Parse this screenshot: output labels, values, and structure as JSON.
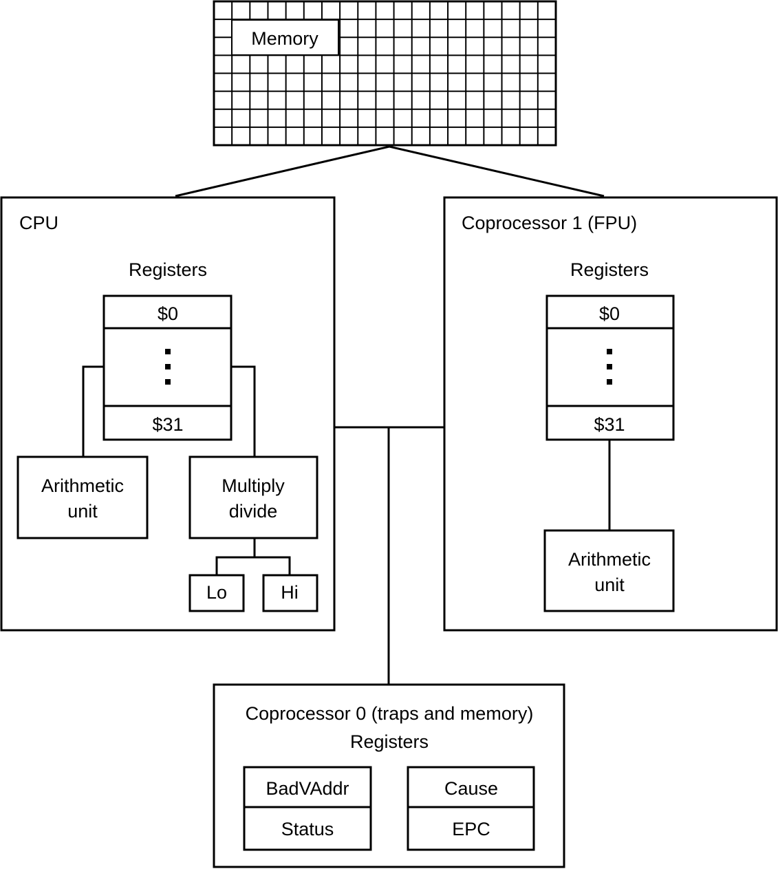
{
  "memory": {
    "label": "Memory"
  },
  "cpu": {
    "title": "CPU",
    "registers_heading": "Registers",
    "register_first": "$0",
    "register_last": "$31",
    "arithmetic_unit": [
      "Arithmetic",
      "unit"
    ],
    "multiply_divide": [
      "Multiply",
      "divide"
    ],
    "lo": "Lo",
    "hi": "Hi"
  },
  "fpu": {
    "title": "Coprocessor 1 (FPU)",
    "registers_heading": "Registers",
    "register_first": "$0",
    "register_last": "$31",
    "arithmetic_unit": [
      "Arithmetic",
      "unit"
    ]
  },
  "cp0": {
    "title": "Coprocessor 0 (traps and memory)",
    "registers_heading": "Registers",
    "registers": [
      "BadVAddr",
      "Cause",
      "Status",
      "EPC"
    ]
  }
}
